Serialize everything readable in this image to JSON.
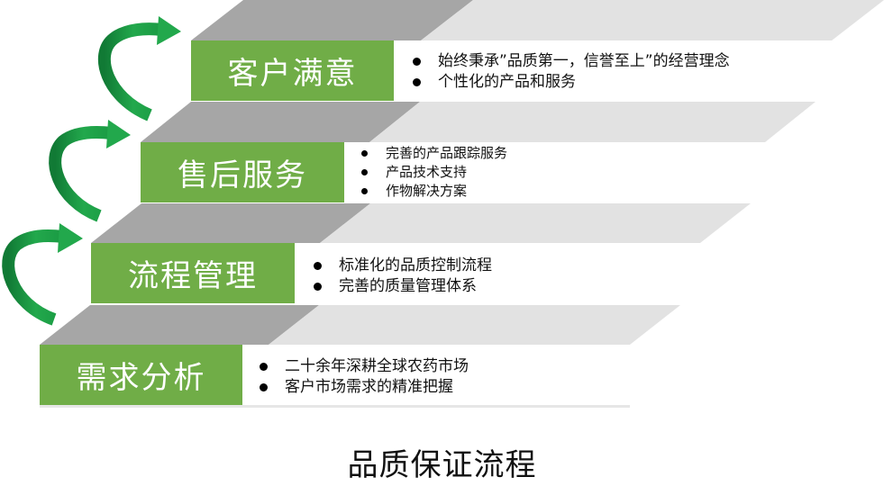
{
  "title": "品质保证流程",
  "colors": {
    "green": "#70ad47",
    "riser_gray": "#a6a6a6",
    "tread_light": "#e2e2e2",
    "arrow_green": "#1fa347"
  },
  "steps": [
    {
      "label": "客户满意",
      "bullets": [
        "始终秉承”品质第一，信誉至上”的经营理念",
        "个性化的产品和服务"
      ]
    },
    {
      "label": "售后服务",
      "bullets": [
        "完善的产品跟踪服务",
        "产品技术支持",
        "作物解决方案"
      ]
    },
    {
      "label": "流程管理",
      "bullets": [
        "标准化的品质控制流程",
        "完善的质量管理体系"
      ]
    },
    {
      "label": "需求分析",
      "bullets": [
        "二十余年深耕全球农药市场",
        "客户市场需求的精准把握"
      ]
    }
  ],
  "arrows": [
    {
      "icon": "curved-arrow-icon"
    },
    {
      "icon": "curved-arrow-icon"
    },
    {
      "icon": "curved-arrow-icon"
    }
  ]
}
